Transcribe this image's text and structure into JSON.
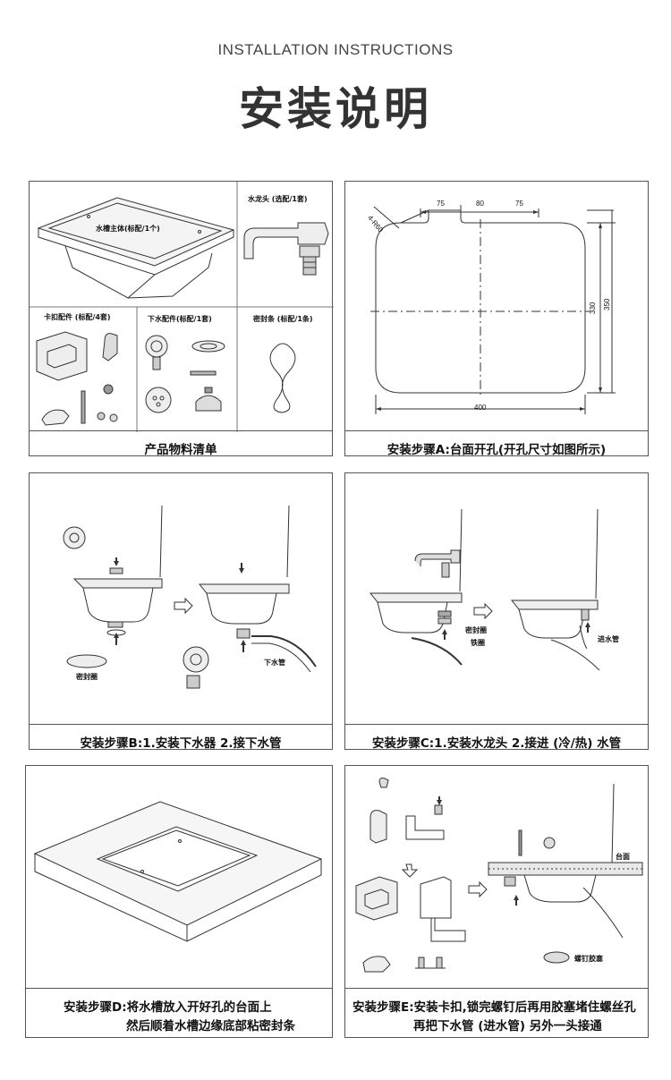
{
  "header": {
    "title_en": "INSTALLATION INSTRUCTIONS",
    "title_cn": "安装说明"
  },
  "panel_parts": {
    "sink_body": "水槽主体(标配/1个)",
    "faucet": "水龙头 (选配/1套)",
    "clip": "卡扣配件 (标配/4套)",
    "drain": "下水配件(标配/1套)",
    "seal_strip": "密封条 (标配/1条)",
    "caption": "产品物料清单"
  },
  "panel_a": {
    "dim_75_left": "75",
    "dim_80": "80",
    "dim_75_right": "75",
    "dim_radius": "4-R60",
    "dim_330": "330",
    "dim_350": "350",
    "dim_400": "400",
    "caption": "安装步骤A:台面开孔(开孔尺寸如图所示)"
  },
  "panel_b": {
    "seal_ring": "密封圈",
    "drain_pipe": "下水管",
    "caption": "安装步骤B:1.安装下水器 2.接下水管"
  },
  "panel_c": {
    "seal_ring": "密封圈",
    "iron_ring": "铁圈",
    "inlet_pipe": "进水管",
    "caption": "安装步骤C:1.安装水龙头 2.接进 (冷/热) 水管"
  },
  "panel_d": {
    "caption_line1": "安装步骤D:将水槽放入开好孔的台面上",
    "caption_line2": "然后顺着水槽边缘底部粘密封条"
  },
  "panel_e": {
    "countertop": "台面",
    "screw_plug": "螺钉胶塞",
    "caption_line1": "安装步骤E:安装卡扣,锁完螺钉后再用胶塞堵住螺丝孔",
    "caption_line2": "再把下水管 (进水管) 另外一头接通"
  }
}
